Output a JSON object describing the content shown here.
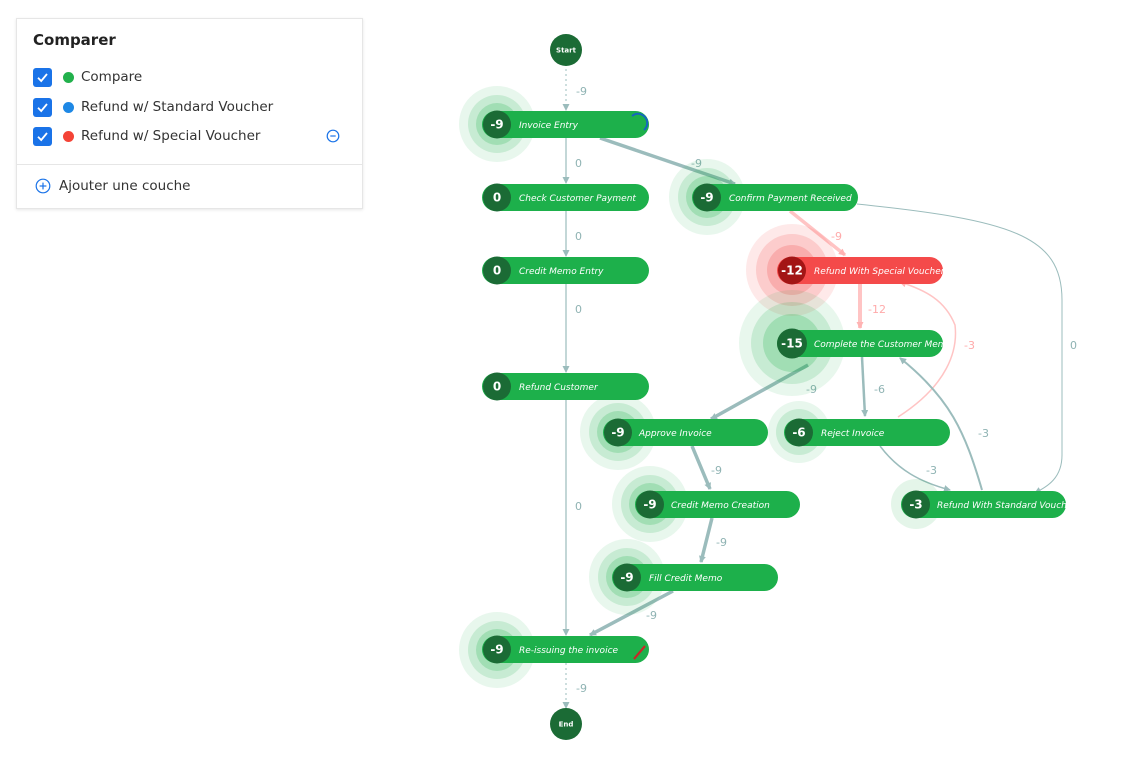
{
  "panel": {
    "title": "Comparer",
    "layers": [
      {
        "label": "Compare",
        "color": "#22b14c"
      },
      {
        "label": "Refund w/ Standard Voucher",
        "color": "#1e88e5"
      },
      {
        "label": "Refund w/ Special Voucher",
        "color": "#f44336"
      }
    ],
    "add_label": "Ajouter une couche"
  },
  "colors": {
    "node_green": "#1db04b",
    "node_dark": "#1b6b35",
    "node_red": "#f44a4a",
    "node_dark_red": "#a31515",
    "edge": "#9bbcbc",
    "edge_label": "#8fb3b3",
    "edge_red": "#ffc4c4",
    "edge_label_red": "#ffaaaa",
    "checkbox": "#1a73e8"
  },
  "graph": {
    "start_label": "Start",
    "end_label": "End",
    "nodes": [
      {
        "id": "invoice-entry",
        "label": "Invoice Entry",
        "value": "-9"
      },
      {
        "id": "check-customer-payment",
        "label": "Check Customer Payment",
        "value": "0"
      },
      {
        "id": "credit-memo-entry",
        "label": "Credit Memo Entry",
        "value": "0"
      },
      {
        "id": "refund-customer",
        "label": "Refund Customer",
        "value": "0"
      },
      {
        "id": "confirm-payment-received",
        "label": "Confirm Payment Received",
        "value": "-9"
      },
      {
        "id": "refund-with-special-voucher",
        "label": "Refund With Special Voucher",
        "value": "-12"
      },
      {
        "id": "complete-the-customer-memo",
        "label": "Complete the Customer Memo",
        "value": "-15"
      },
      {
        "id": "approve-invoice",
        "label": "Approve Invoice",
        "value": "-9"
      },
      {
        "id": "reject-invoice",
        "label": "Reject Invoice",
        "value": "-6"
      },
      {
        "id": "credit-memo-creation",
        "label": "Credit Memo Creation",
        "value": "-9"
      },
      {
        "id": "refund-with-standard-voucher",
        "label": "Refund With Standard Voucher",
        "value": "-3"
      },
      {
        "id": "fill-credit-memo",
        "label": "Fill Credit Memo",
        "value": "-9"
      },
      {
        "id": "re-issuing-the-invoice",
        "label": "Re-issuing the invoice",
        "value": "-9"
      }
    ],
    "edges": [
      {
        "from": "start",
        "to": "invoice-entry",
        "label": "-9"
      },
      {
        "from": "invoice-entry",
        "to": "check-customer-payment",
        "label": "0"
      },
      {
        "from": "invoice-entry",
        "to": "confirm-payment-received",
        "label": "-9"
      },
      {
        "from": "check-customer-payment",
        "to": "credit-memo-entry",
        "label": "0"
      },
      {
        "from": "credit-memo-entry",
        "to": "refund-customer",
        "label": "0"
      },
      {
        "from": "refund-customer",
        "to": "re-issuing-the-invoice",
        "label": "0"
      },
      {
        "from": "confirm-payment-received",
        "to": "refund-with-special-voucher",
        "label": "-9"
      },
      {
        "from": "confirm-payment-received",
        "to": "refund-with-standard-voucher",
        "label": "0"
      },
      {
        "from": "refund-with-special-voucher",
        "to": "complete-the-customer-memo",
        "label": "-12"
      },
      {
        "from": "reject-invoice",
        "to": "refund-with-special-voucher",
        "label": "-3"
      },
      {
        "from": "complete-the-customer-memo",
        "to": "approve-invoice",
        "label": "-9"
      },
      {
        "from": "complete-the-customer-memo",
        "to": "reject-invoice",
        "label": "-6"
      },
      {
        "from": "refund-with-standard-voucher",
        "to": "complete-the-customer-memo",
        "label": "-3"
      },
      {
        "from": "reject-invoice",
        "to": "refund-with-standard-voucher",
        "label": "-3"
      },
      {
        "from": "approve-invoice",
        "to": "credit-memo-creation",
        "label": "-9"
      },
      {
        "from": "credit-memo-creation",
        "to": "fill-credit-memo",
        "label": "-9"
      },
      {
        "from": "fill-credit-memo",
        "to": "re-issuing-the-invoice",
        "label": "-9"
      },
      {
        "from": "re-issuing-the-invoice",
        "to": "end",
        "label": "-9"
      }
    ]
  }
}
